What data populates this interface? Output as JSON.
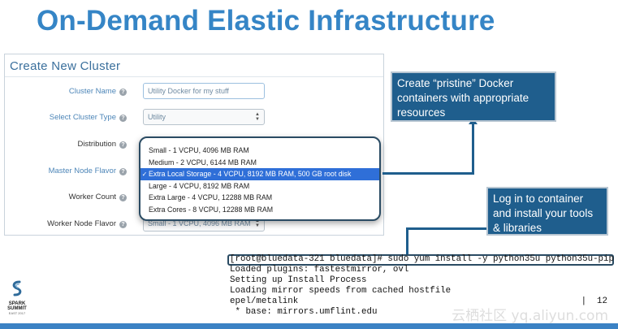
{
  "slide": {
    "title": "On-Demand Elastic Infrastructure",
    "watermark": "云栖社区 yq.aliyun.com"
  },
  "form": {
    "panel_title": "Create New Cluster",
    "help_glyph": "?",
    "fields": {
      "cluster_name": {
        "label": "Cluster Name",
        "value": "Utility Docker for my stuff"
      },
      "cluster_type": {
        "label": "Select Cluster Type",
        "value": "Utility"
      },
      "distribution": {
        "label": "Distribution"
      },
      "master_flavor": {
        "label": "Master Node Flavor"
      },
      "worker_count": {
        "label": "Worker Count"
      },
      "worker_flavor": {
        "label": "Worker Node Flavor",
        "value": "Small - 1 VCPU, 4096 MB RAM"
      }
    },
    "dropdown": {
      "selected_index": 2,
      "check_glyph": "✓",
      "options": [
        "Small - 1 VCPU, 4096 MB RAM",
        "Medium - 2 VCPU, 6144 MB RAM",
        "Extra Local Storage - 4 VCPU, 8192 MB RAM, 500 GB root disk",
        "Large - 4 VCPU, 8192 MB RAM",
        "Extra Large - 4 VCPU, 12288 MB RAM",
        "Extra Cores - 8 VCPU, 12288 MB RAM"
      ]
    }
  },
  "callouts": {
    "docker": "Create “pristine” Docker containers with appropriate resources",
    "login": "Log in to container and install your tools & libraries"
  },
  "terminal": {
    "command": "[root@bluedata-321 bluedata]# sudo yum install -y python35u python35u-pip",
    "lines": [
      "Loaded plugins: fastestmirror, ovl",
      "Setting up Install Process",
      "Loading mirror speeds from cached hostfile",
      "epel/metalink",
      " * base: mirrors.umflint.edu"
    ],
    "progress_text": "|  12"
  },
  "logo": {
    "line1": "SPARK",
    "line2": "SUMMIT",
    "line3": "EAST 2017"
  },
  "colors": {
    "title": "#3585c6",
    "callout_bg": "#1f5e8d",
    "selected_option": "#2f6fd8",
    "footer_bar": "#3b82c4"
  }
}
